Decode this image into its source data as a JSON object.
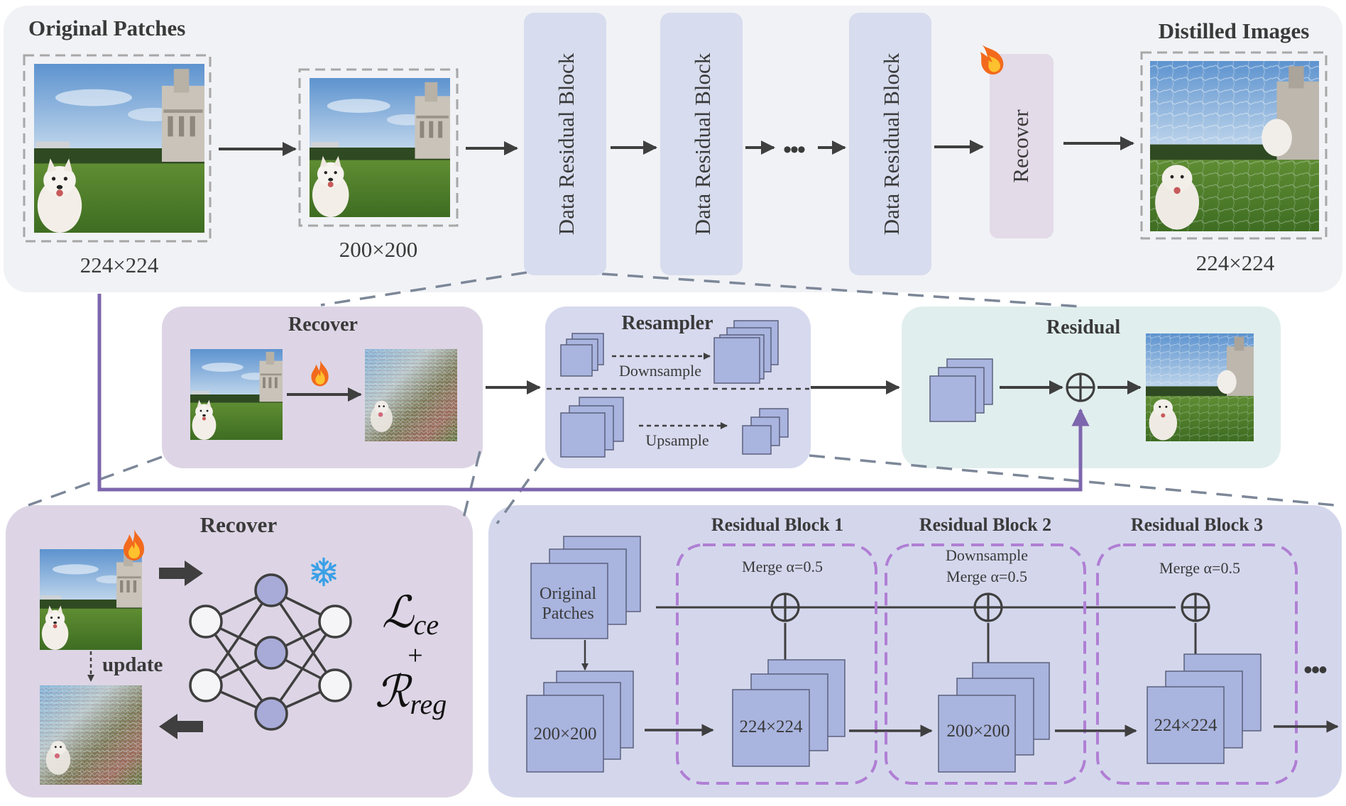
{
  "colors": {
    "top_panel": "#f1f2f6",
    "block_fill": "#d7dcee",
    "recover_fill": "#e3dbe8",
    "recover_panel": "#ddd5e5",
    "resampler_panel": "#d7d9ee",
    "residual_panel": "#e1eeee",
    "bottom_right_panel": "#d4d7ec",
    "cube_fill": "#a9b4df",
    "cube_stroke": "#5b607d",
    "purple_line": "#7d66ad",
    "dash_gray": "#7c8798",
    "dash_violet": "#b07fd4",
    "arrow": "#3f3f3f",
    "node_fill": "#a8abd8"
  },
  "top": {
    "original_label": "Original Patches",
    "original_size": "224×224",
    "resized_size": "200×200",
    "block_label": "Data Residual Block",
    "ellipsis": "•••",
    "recover_label": "Recover",
    "distilled_label": "Distilled Images",
    "distilled_size": "224×224",
    "fire_icon": "fire-icon"
  },
  "recover_detail": {
    "title": "Recover",
    "fire_icon": "fire-icon"
  },
  "resampler": {
    "title": "Resampler",
    "down_label": "Downsample",
    "up_label": "Upsample"
  },
  "residual": {
    "title": "Residual",
    "add_icon": "circled-plus-icon"
  },
  "bottom_left": {
    "title": "Recover",
    "update_label": "update",
    "fire_icon": "fire-icon",
    "snowflake_icon": "snowflake-icon",
    "loss_ce_main": "ℒ",
    "loss_ce_sub": "ce",
    "plus": "+",
    "loss_reg_main": "ℛ",
    "loss_reg_sub": "reg"
  },
  "bottom_right": {
    "original_patches_line1": "Original",
    "original_patches_line2": "Patches",
    "input_size": "200×200",
    "blocks": [
      {
        "title": "Residual Block 1",
        "merge_line1": "",
        "merge_line2": "Merge α=0.5",
        "size": "224×224"
      },
      {
        "title": "Residual Block 2",
        "merge_line1": "Downsample",
        "merge_line2": "Merge α=0.5",
        "size": "200×200"
      },
      {
        "title": "Residual Block 3",
        "merge_line1": "",
        "merge_line2": "Merge α=0.5",
        "size": "224×224"
      }
    ],
    "ellipsis": "•••"
  }
}
